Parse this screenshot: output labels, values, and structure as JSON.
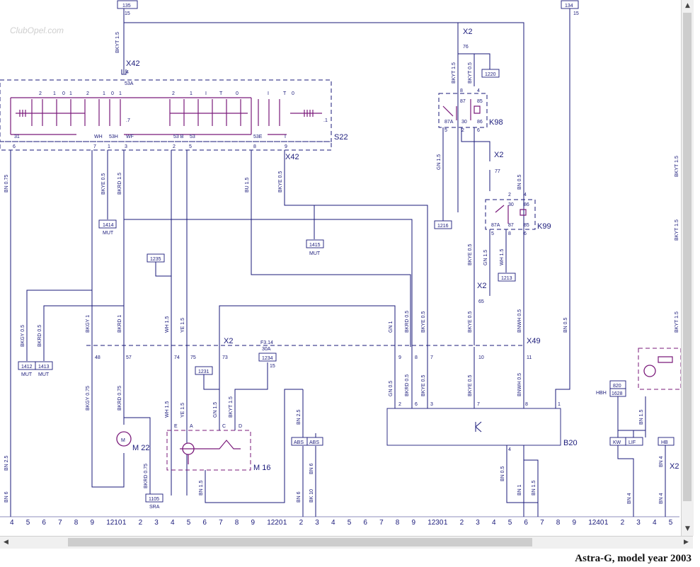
{
  "caption": "Astra-G, model year 2003",
  "watermark": "ClubOpel.com",
  "col_refs": [
    "4",
    "5",
    "6",
    "7",
    "8",
    "9",
    "1210",
    "1",
    "2",
    "3",
    "4",
    "5",
    "6",
    "7",
    "8",
    "9",
    "1220",
    "1",
    "2",
    "3",
    "4",
    "5",
    "6",
    "7",
    "8",
    "9",
    "1230",
    "1",
    "2",
    "3",
    "4",
    "5",
    "6",
    "7",
    "8",
    "9",
    "1240",
    "1",
    "2",
    "3",
    "4",
    "5",
    "6"
  ],
  "components": {
    "S22": "S22",
    "K98": "K98",
    "K99": "K99",
    "M22": "M 22",
    "M16": "M 16",
    "B20": "B20",
    "X42_top": "X42",
    "X42_bot": "X42",
    "X2_a": "X2",
    "X2_b": "X2",
    "X2_c": "X2",
    "X2_d": "X2",
    "X2_e": "X2",
    "X49": "X49"
  },
  "boxes": {
    "b135": "135",
    "b134": "134",
    "b1220": "1220",
    "b1216": "1216",
    "b1213": "1213",
    "b1414": "1414",
    "b1415": "1415",
    "b1235": "1235",
    "b1412": "1412",
    "b1413": "1413",
    "b1231": "1231",
    "b1234": "1234",
    "b1105": "1105",
    "b820": "820",
    "b1628": "1628",
    "abs1": "ABS",
    "abs2": "ABS",
    "kw": "KW",
    "lif": "LIF",
    "hb": "HB"
  },
  "texts": {
    "mut1": "MUT",
    "mut2": "MUT",
    "mut3": "MUT",
    "mut4": "MUT",
    "sra": "SRA",
    "hbh": "HBH",
    "f314": "F3.14",
    "a30": "30A",
    "n15a": "15",
    "n15b": "15",
    "n15c": "15",
    "n76": "76",
    "n77": "77",
    "n65": "65",
    "n53a": "53A",
    "n4a": "4"
  },
  "wire_labels": {
    "w1": "BKYT 1.5",
    "w2": "BKYT 1.5",
    "w3": "BKYT 0.5",
    "w4": "BN 0.75",
    "w5": "BKYE 0.5",
    "w6": "BKRD 1.5",
    "w7": "BU 1.5",
    "w8": "BKYE 0.5",
    "w9": "GN 1.5",
    "w10": "BN 0.5",
    "w11": "BKYE 0.5",
    "w12": "GN 1.5",
    "w13": "WH 1.5",
    "w14": "BKGY 0.5",
    "w15": "BKRD 0.5",
    "w16": "BKGY 1",
    "w17": "BKRD 1",
    "w18": "WH 1.5",
    "w19": "YE 1.5",
    "w20": "GN 1",
    "w21": "BKRD 0.5",
    "w22": "BKYE 0.5",
    "w23": "BKYE 0.5",
    "w24": "BNWH 0.5",
    "w25": "BN 0.5",
    "w26": "BKGY 0.75",
    "w27": "BKRD 0.75",
    "w28": "WH 1.5",
    "w29": "YE 1.5",
    "w30": "GN 1.5",
    "w31": "BKYT 1.5",
    "w32": "BN 2.5",
    "w33": "BN 6",
    "w34": "BN 6",
    "w35": "BK 10",
    "w36": "GN 0.5",
    "w37": "BKRD 0.5",
    "w38": "BKYE 0.5",
    "w39": "BKYE 0.5",
    "w40": "BNWH 0.5",
    "w41": "BN 0.5",
    "w42": "BN 1",
    "w43": "BN 1.5",
    "w44": "BN 2.5",
    "w45": "BKRD 0.75",
    "w46": "BN 1.5",
    "w47": "BN 1.5",
    "w48": "BN 4",
    "w49": "BN 4",
    "w50": "BKYT 1.5",
    "w51": "BKYT 1.5",
    "w52": "BKYT 1.5",
    "w53": "BN 6",
    "w54": "BN 4"
  }
}
